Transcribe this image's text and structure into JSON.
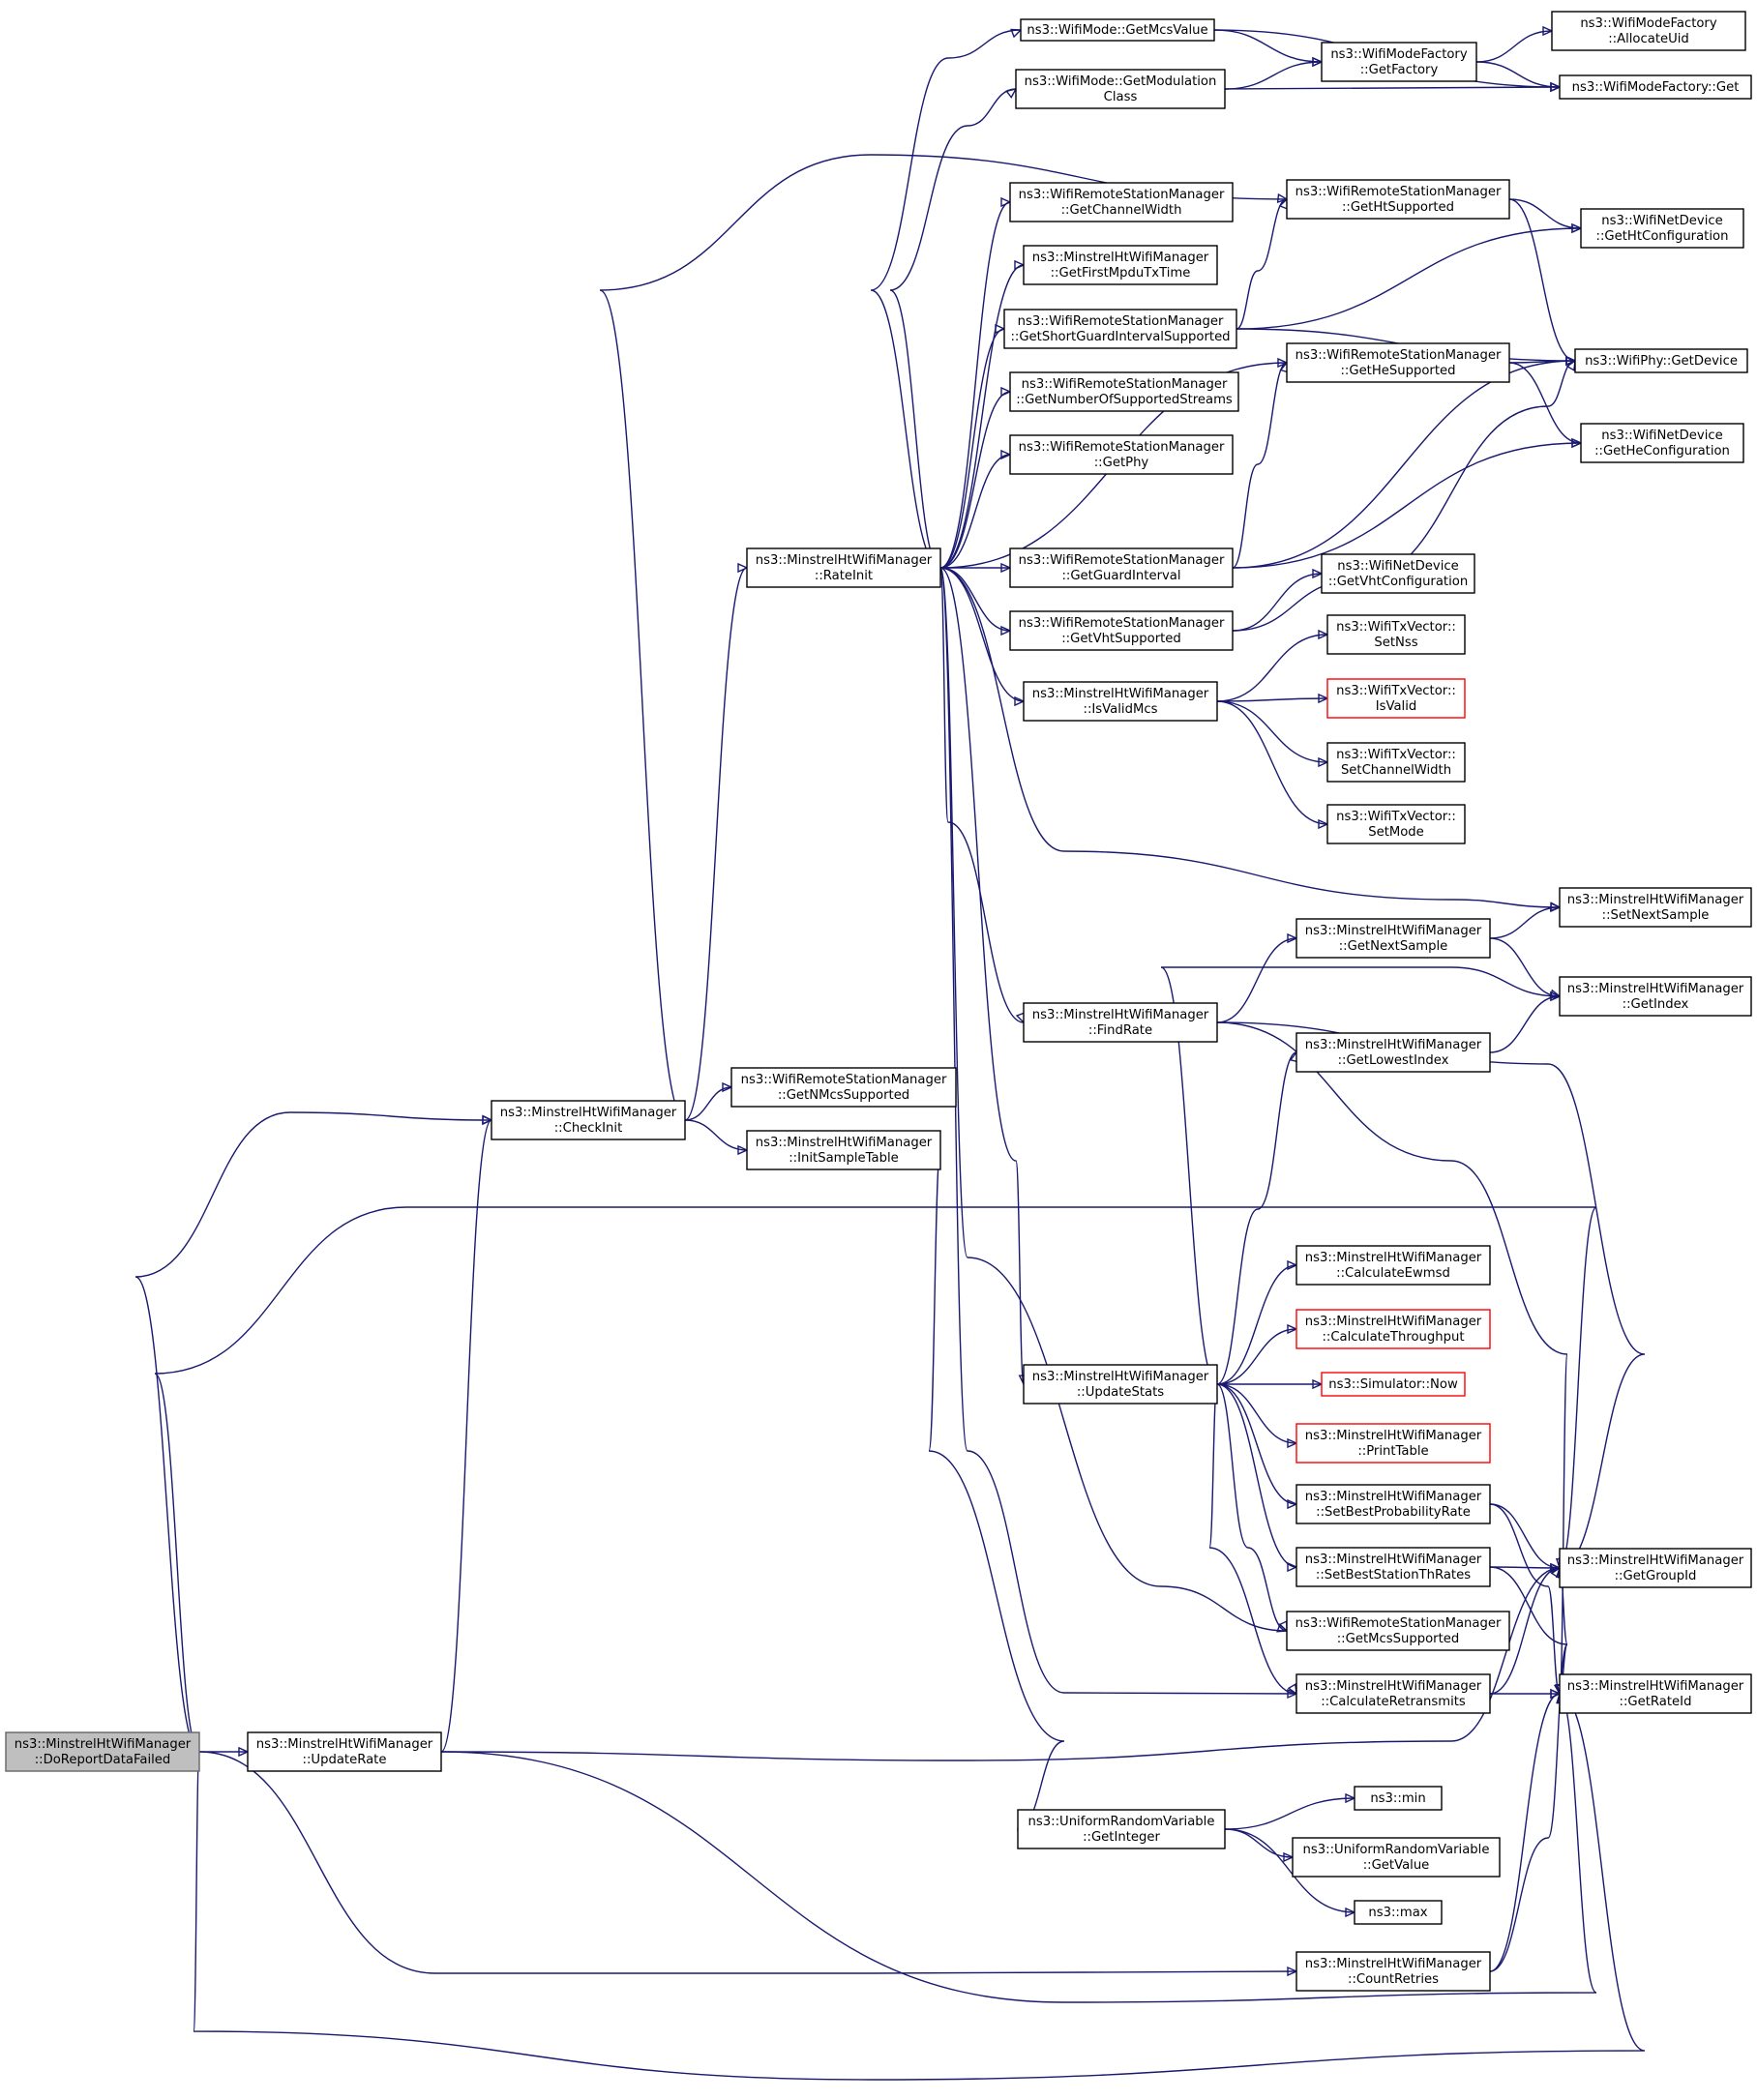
{
  "colors": {
    "edge": "#191970",
    "root_fill": "#bfbfbf",
    "node_fill": "#ffffff",
    "red_border": "#ff0000"
  },
  "nodes": [
    {
      "id": "doreport",
      "lines": [
        "ns3::MinstrelHtWifiManager",
        "::DoReportDataFailed"
      ],
      "style": "root"
    },
    {
      "id": "checkinit",
      "lines": [
        "ns3::MinstrelHtWifiManager",
        "::CheckInit"
      ]
    },
    {
      "id": "updaterate",
      "lines": [
        "ns3::MinstrelHtWifiManager",
        "::UpdateRate"
      ]
    },
    {
      "id": "getnmcs",
      "lines": [
        "ns3::WifiRemoteStationManager",
        "::GetNMcsSupported"
      ]
    },
    {
      "id": "initsample",
      "lines": [
        "ns3::MinstrelHtWifiManager",
        "::InitSampleTable"
      ]
    },
    {
      "id": "rateinit",
      "lines": [
        "ns3::MinstrelHtWifiManager",
        "::RateInit"
      ]
    },
    {
      "id": "getmcsvalue",
      "lines": [
        "ns3::WifiMode::GetMcsValue"
      ]
    },
    {
      "id": "getmodclass",
      "lines": [
        "ns3::WifiMode::GetModulation",
        "Class"
      ]
    },
    {
      "id": "getchanwidth",
      "lines": [
        "ns3::WifiRemoteStationManager",
        "::GetChannelWidth"
      ]
    },
    {
      "id": "getfirstmpdu",
      "lines": [
        "ns3::MinstrelHtWifiManager",
        "::GetFirstMpduTxTime"
      ]
    },
    {
      "id": "getsgi",
      "lines": [
        "ns3::WifiRemoteStationManager",
        "::GetShortGuardIntervalSupported"
      ]
    },
    {
      "id": "getnumstreams",
      "lines": [
        "ns3::WifiRemoteStationManager",
        "::GetNumberOfSupportedStreams"
      ]
    },
    {
      "id": "getphy",
      "lines": [
        "ns3::WifiRemoteStationManager",
        "::GetPhy"
      ]
    },
    {
      "id": "getgi",
      "lines": [
        "ns3::WifiRemoteStationManager",
        "::GetGuardInterval"
      ]
    },
    {
      "id": "getvht",
      "lines": [
        "ns3::WifiRemoteStationManager",
        "::GetVhtSupported"
      ]
    },
    {
      "id": "isvalidmcs",
      "lines": [
        "ns3::MinstrelHtWifiManager",
        "::IsValidMcs"
      ]
    },
    {
      "id": "findrate",
      "lines": [
        "ns3::MinstrelHtWifiManager",
        "::FindRate"
      ]
    },
    {
      "id": "updatestats",
      "lines": [
        "ns3::MinstrelHtWifiManager",
        "::UpdateStats"
      ]
    },
    {
      "id": "getinteger",
      "lines": [
        "ns3::UniformRandomVariable",
        "::GetInteger"
      ]
    },
    {
      "id": "getfactory",
      "lines": [
        "ns3::WifiModeFactory",
        "::GetFactory"
      ]
    },
    {
      "id": "getht",
      "lines": [
        "ns3::WifiRemoteStationManager",
        "::GetHtSupported"
      ]
    },
    {
      "id": "gethe",
      "lines": [
        "ns3::WifiRemoteStationManager",
        "::GetHeSupported"
      ]
    },
    {
      "id": "getvhtconf",
      "lines": [
        "ns3::WifiNetDevice",
        "::GetVhtConfiguration"
      ]
    },
    {
      "id": "setnss",
      "lines": [
        "ns3::WifiTxVector::",
        "SetNss"
      ]
    },
    {
      "id": "isvalid",
      "lines": [
        "ns3::WifiTxVector::",
        "IsValid"
      ],
      "style": "red"
    },
    {
      "id": "setchanwidth",
      "lines": [
        "ns3::WifiTxVector::",
        "SetChannelWidth"
      ]
    },
    {
      "id": "setmode",
      "lines": [
        "ns3::WifiTxVector::",
        "SetMode"
      ]
    },
    {
      "id": "getnextsample",
      "lines": [
        "ns3::MinstrelHtWifiManager",
        "::GetNextSample"
      ]
    },
    {
      "id": "getlowestindex",
      "lines": [
        "ns3::MinstrelHtWifiManager",
        "::GetLowestIndex"
      ]
    },
    {
      "id": "calcewmsd",
      "lines": [
        "ns3::MinstrelHtWifiManager",
        "::CalculateEwmsd"
      ]
    },
    {
      "id": "calcthroughput",
      "lines": [
        "ns3::MinstrelHtWifiManager",
        "::CalculateThroughput"
      ],
      "style": "red"
    },
    {
      "id": "simnow",
      "lines": [
        "ns3::Simulator::Now"
      ],
      "style": "red"
    },
    {
      "id": "printtable",
      "lines": [
        "ns3::MinstrelHtWifiManager",
        "::PrintTable"
      ],
      "style": "red"
    },
    {
      "id": "setbestprob",
      "lines": [
        "ns3::MinstrelHtWifiManager",
        "::SetBestProbabilityRate"
      ]
    },
    {
      "id": "setbeststation",
      "lines": [
        "ns3::MinstrelHtWifiManager",
        "::SetBestStationThRates"
      ]
    },
    {
      "id": "getmcssupported",
      "lines": [
        "ns3::WifiRemoteStationManager",
        "::GetMcsSupported"
      ]
    },
    {
      "id": "calcretrans",
      "lines": [
        "ns3::MinstrelHtWifiManager",
        "::CalculateRetransmits"
      ]
    },
    {
      "id": "nsmin",
      "lines": [
        "ns3::min"
      ]
    },
    {
      "id": "getvalue",
      "lines": [
        "ns3::UniformRandomVariable",
        "::GetValue"
      ]
    },
    {
      "id": "nsmax",
      "lines": [
        "ns3::max"
      ]
    },
    {
      "id": "countretries",
      "lines": [
        "ns3::MinstrelHtWifiManager",
        "::CountRetries"
      ]
    },
    {
      "id": "allocuid",
      "lines": [
        "ns3::WifiModeFactory",
        "::AllocateUid"
      ]
    },
    {
      "id": "factoryget",
      "lines": [
        "ns3::WifiModeFactory::Get"
      ]
    },
    {
      "id": "gethtconf",
      "lines": [
        "ns3::WifiNetDevice",
        "::GetHtConfiguration"
      ]
    },
    {
      "id": "getdevice",
      "lines": [
        "ns3::WifiPhy::GetDevice"
      ]
    },
    {
      "id": "getheconf",
      "lines": [
        "ns3::WifiNetDevice",
        "::GetHeConfiguration"
      ]
    },
    {
      "id": "setnextsample",
      "lines": [
        "ns3::MinstrelHtWifiManager",
        "::SetNextSample"
      ]
    },
    {
      "id": "getindex",
      "lines": [
        "ns3::MinstrelHtWifiManager",
        "::GetIndex"
      ]
    },
    {
      "id": "getgroupid",
      "lines": [
        "ns3::MinstrelHtWifiManager",
        "::GetGroupId"
      ]
    },
    {
      "id": "getrateid",
      "lines": [
        "ns3::MinstrelHtWifiManager",
        "::GetRateId"
      ]
    }
  ],
  "edges": [
    [
      "doreport",
      "checkinit"
    ],
    [
      "doreport",
      "updaterate"
    ],
    [
      "doreport",
      "getgroupid"
    ],
    [
      "doreport",
      "getrateid"
    ],
    [
      "doreport",
      "countretries"
    ],
    [
      "checkinit",
      "getnmcs"
    ],
    [
      "checkinit",
      "initsample"
    ],
    [
      "checkinit",
      "rateinit"
    ],
    [
      "checkinit",
      "getht"
    ],
    [
      "updaterate",
      "checkinit"
    ],
    [
      "updaterate",
      "getgroupid"
    ],
    [
      "updaterate",
      "getrateid"
    ],
    [
      "initsample",
      "getinteger"
    ],
    [
      "rateinit",
      "getmcsvalue"
    ],
    [
      "rateinit",
      "getmodclass"
    ],
    [
      "rateinit",
      "getchanwidth"
    ],
    [
      "rateinit",
      "getfirstmpdu"
    ],
    [
      "rateinit",
      "getsgi"
    ],
    [
      "rateinit",
      "getnumstreams"
    ],
    [
      "rateinit",
      "getphy"
    ],
    [
      "rateinit",
      "gethe"
    ],
    [
      "rateinit",
      "getgi"
    ],
    [
      "rateinit",
      "getvht"
    ],
    [
      "rateinit",
      "isvalidmcs"
    ],
    [
      "rateinit",
      "setnextsample"
    ],
    [
      "rateinit",
      "findrate"
    ],
    [
      "rateinit",
      "updatestats"
    ],
    [
      "rateinit",
      "getmcssupported"
    ],
    [
      "rateinit",
      "calcretrans"
    ],
    [
      "getmcsvalue",
      "getfactory"
    ],
    [
      "getmcsvalue",
      "factoryget"
    ],
    [
      "getmodclass",
      "getfactory"
    ],
    [
      "getmodclass",
      "factoryget"
    ],
    [
      "getfactory",
      "allocuid"
    ],
    [
      "getfactory",
      "factoryget"
    ],
    [
      "getsgi",
      "getht"
    ],
    [
      "getsgi",
      "gethtconf"
    ],
    [
      "getsgi",
      "getdevice"
    ],
    [
      "getht",
      "gethtconf"
    ],
    [
      "getht",
      "getdevice"
    ],
    [
      "gethe",
      "getdevice"
    ],
    [
      "gethe",
      "getheconf"
    ],
    [
      "getgi",
      "gethe"
    ],
    [
      "getgi",
      "getdevice"
    ],
    [
      "getgi",
      "getheconf"
    ],
    [
      "getvht",
      "getvhtconf"
    ],
    [
      "getvht",
      "getdevice"
    ],
    [
      "isvalidmcs",
      "setnss"
    ],
    [
      "isvalidmcs",
      "isvalid"
    ],
    [
      "isvalidmcs",
      "setchanwidth"
    ],
    [
      "isvalidmcs",
      "setmode"
    ],
    [
      "findrate",
      "getnextsample"
    ],
    [
      "findrate",
      "getgroupid"
    ],
    [
      "findrate",
      "getrateid"
    ],
    [
      "getnextsample",
      "setnextsample"
    ],
    [
      "getnextsample",
      "getindex"
    ],
    [
      "getlowestindex",
      "getindex"
    ],
    [
      "updatestats",
      "getindex"
    ],
    [
      "updatestats",
      "getlowestindex"
    ],
    [
      "updatestats",
      "calcewmsd"
    ],
    [
      "updatestats",
      "calcthroughput"
    ],
    [
      "updatestats",
      "simnow"
    ],
    [
      "updatestats",
      "printtable"
    ],
    [
      "updatestats",
      "setbestprob"
    ],
    [
      "updatestats",
      "setbeststation"
    ],
    [
      "updatestats",
      "getmcssupported"
    ],
    [
      "updatestats",
      "calcretrans"
    ],
    [
      "setbestprob",
      "getgroupid"
    ],
    [
      "setbestprob",
      "getrateid"
    ],
    [
      "setbeststation",
      "getgroupid"
    ],
    [
      "setbeststation",
      "getrateid"
    ],
    [
      "calcretrans",
      "getgroupid"
    ],
    [
      "calcretrans",
      "getrateid"
    ],
    [
      "getinteger",
      "nsmin"
    ],
    [
      "getinteger",
      "getvalue"
    ],
    [
      "getinteger",
      "nsmax"
    ],
    [
      "countretries",
      "getgroupid"
    ],
    [
      "countretries",
      "getrateid"
    ]
  ]
}
